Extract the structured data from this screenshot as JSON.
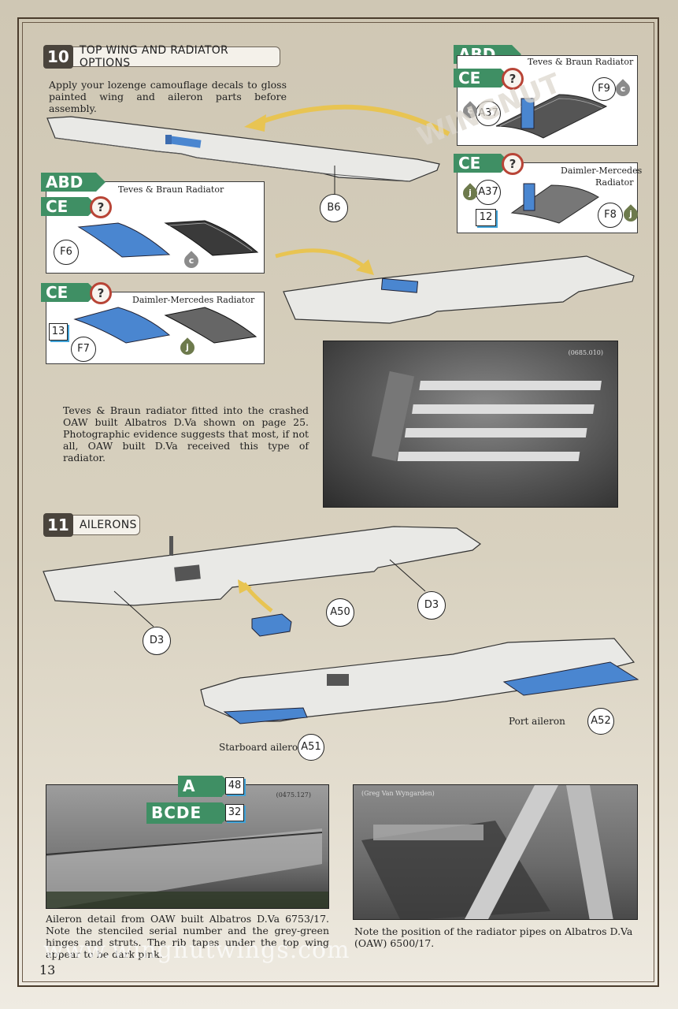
{
  "step10": {
    "number": "10",
    "title": "TOP WING AND RADIATOR OPTIONS",
    "instruction": "Apply your lozenge camouflage decals to gloss painted wing and aileron parts before assembly."
  },
  "radiator_boxes": {
    "top_right_teves": {
      "flags": [
        "ABD",
        "CE"
      ],
      "title": "Teves & Braun Radiator",
      "parts": [
        "A37",
        "F9"
      ],
      "colors": [
        "c",
        "c"
      ]
    },
    "right_daimler": {
      "flags": [
        "CE"
      ],
      "title_line1": "Daimler-Mercedes",
      "title_line2": "Radiator",
      "parts": [
        "A37",
        "F8"
      ],
      "decal": "12",
      "colors": [
        "j",
        "j"
      ]
    },
    "left_teves": {
      "flags": [
        "ABD",
        "CE"
      ],
      "title": "Teves & Braun Radiator",
      "parts": [
        "F6"
      ],
      "colors": [
        "c"
      ]
    },
    "left_daimler": {
      "flags": [
        "CE"
      ],
      "title": "Daimler-Mercedes Radiator",
      "parts": [
        "F7"
      ],
      "decal": "13",
      "colors": [
        "j"
      ]
    }
  },
  "question_mark": "?",
  "wing_part": "B6",
  "photo1": {
    "credit": "(0685.010)",
    "caption": "Teves & Braun radiator fitted into the crashed OAW built Albatros D.Va shown on page 25. Photographic evidence suggests that most, if not all, OAW built D.Va received this type of radiator."
  },
  "step11": {
    "number": "11",
    "title": "AILERONS",
    "parts": [
      "D3",
      "A50",
      "D3",
      "A51",
      "A52"
    ],
    "labels": {
      "starboard": "Starboard aileron",
      "port": "Port aileron"
    }
  },
  "photo2": {
    "credit": "(0475.127)",
    "flags": [
      {
        "label": "A",
        "decal": "48"
      },
      {
        "label": "BCDE",
        "decal": "32"
      }
    ],
    "caption": "Aileron detail from OAW built Albatros D.Va 6753/17. Note the stenciled serial number and the grey-green hinges and struts. The rib tapes under the top wing appear to be dark pink."
  },
  "photo3": {
    "credit": "(Greg Van Wyngarden)",
    "caption": "Note the position of the radiator pipes on Albatros D.Va (OAW) 6500/17."
  },
  "footer": {
    "page": "13",
    "url": "www.wingnutwings.com"
  },
  "colors": {
    "flag_green": "#3f8f64",
    "part_blue": "#4a86d0",
    "question_red": "#b84436",
    "drop_c": "#8b8b8b",
    "drop_j": "#6d7a4c"
  }
}
